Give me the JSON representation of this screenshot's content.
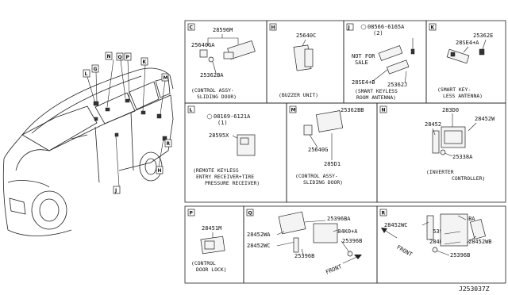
{
  "diagram_id": "J253037Z",
  "car_callouts": [
    "L",
    "G",
    "N",
    "Q",
    "P",
    "K",
    "M",
    "J",
    "H",
    "R"
  ],
  "sections": {
    "C": {
      "letter": "C",
      "parts": [
        "28596M",
        "25640GA",
        "25362BA"
      ],
      "caption": [
        "(CONTROL ASSY-",
        "SLIDING DOOR)"
      ]
    },
    "H": {
      "letter": "H",
      "parts": [
        "25640C"
      ],
      "caption": [
        "(BUZZER UNIT)"
      ]
    },
    "J": {
      "letter": "J",
      "parts": [
        "08566-6165A",
        "(2)",
        "28SE4+B",
        "25362J"
      ],
      "note": [
        "NOT FOR",
        "SALE"
      ],
      "caption": [
        "(SMART KEYLESS",
        "ROOM ANTENNA)"
      ]
    },
    "K": {
      "letter": "K",
      "parts": [
        "25362E",
        "28SE4+A"
      ],
      "caption": [
        "(SMART KEY-",
        "LESS ANTENNA)"
      ]
    },
    "L": {
      "letter": "L",
      "parts": [
        "08169-6121A",
        "(1)",
        "28595X"
      ],
      "caption": [
        "(REMOTE KEYLESS",
        "ENTRY RECEIVER+TIRE",
        "PRESSURE RECEIVER)"
      ]
    },
    "M": {
      "letter": "M",
      "parts": [
        "25362BB",
        "25640G",
        "285D1"
      ],
      "caption": [
        "(CONTROL ASSY-",
        "SLIDING DOOR)"
      ]
    },
    "N": {
      "letter": "N",
      "parts": [
        "283D0",
        "28452",
        "28452W",
        "25338A"
      ],
      "caption": [
        "(INVERTER",
        "CONTROLLER)"
      ]
    },
    "P": {
      "letter": "P",
      "parts": [
        "28451M"
      ],
      "caption": [
        "(CONTROL",
        "DOOR LOCK)"
      ]
    },
    "Q": {
      "letter": "Q",
      "parts": [
        "25396BA",
        "284K0+A",
        "25396B",
        "28452WA",
        "28452WC",
        "25396B"
      ],
      "front": "FRONT"
    },
    "R": {
      "letter": "R",
      "parts": [
        "28452WC",
        "25396BA",
        "25396B",
        "284K0",
        "28452WB",
        "25396B"
      ],
      "front": "FRONT"
    }
  }
}
